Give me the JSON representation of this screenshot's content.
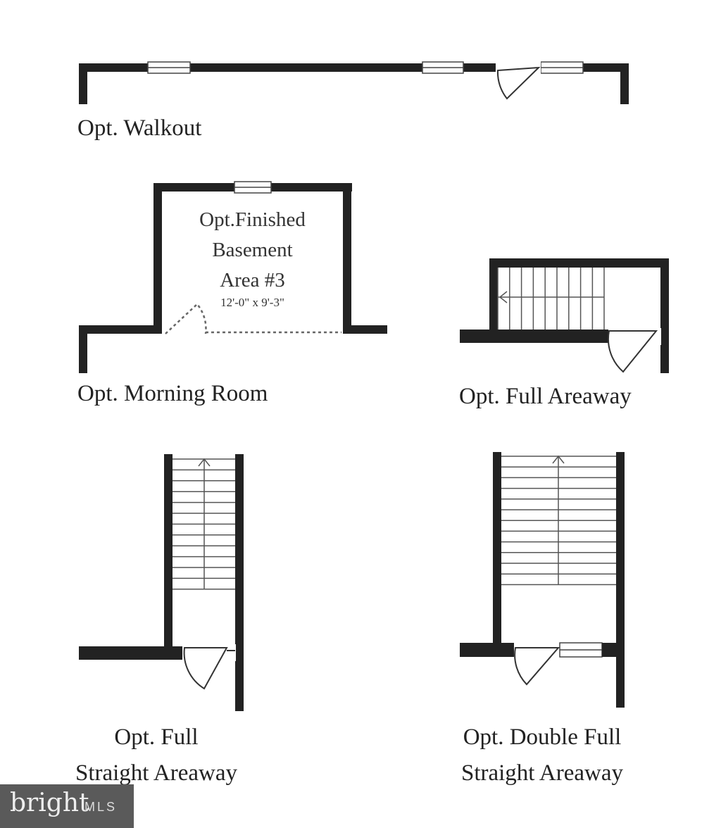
{
  "labels": {
    "walkout": "Opt. Walkout",
    "morning_room": "Opt. Morning Room",
    "full_areaway": "Opt. Full Areaway",
    "full_straight_line1": "Opt. Full",
    "full_straight_line2": "Straight Areaway",
    "double_line1": "Opt. Double Full",
    "double_line2": "Straight Areaway"
  },
  "room": {
    "line1": "Opt.Finished",
    "line2": "Basement",
    "line3": "Area #3",
    "dimensions": "12'-0\" x 9'-3\""
  },
  "logo": {
    "brand": "bright",
    "suffix": "MLS"
  }
}
